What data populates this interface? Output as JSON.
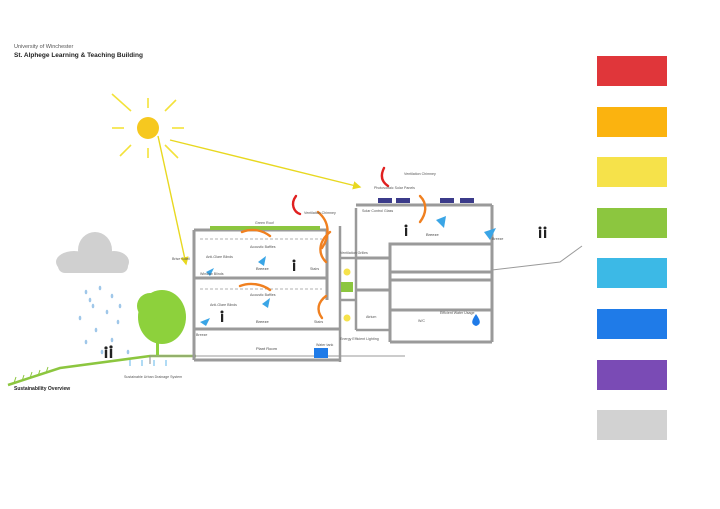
{
  "header": {
    "institution": "University of Winchester",
    "title": "St. Alphege Learning & Teaching Building"
  },
  "caption": "Sustainability Overview",
  "labels": {
    "ventilation_chimney_left": "Ventilation Chimney",
    "ventilation_chimney_right": "Ventilation Chimney",
    "green_roof": "Green Roof",
    "solar_glass": "Solar Control Glass",
    "pv_panels": "Photovoltaic Solar Panels",
    "acoustic_baffles_top": "Acoustic Baffles",
    "acoustic_baffles_bottom": "Acoustic Baffles",
    "brise_soleil": "Brise Soleil",
    "anti_glare_top": "Anti-Glare Blinds",
    "anti_glare_bottom": "Anti-Glare Blinds",
    "breeze_upper": "Breeze",
    "breeze_lower": "Breeze",
    "stairs_upper": "Stairs",
    "stairs_lower": "Stairs",
    "breeze_roof": "Breeze",
    "breeze_terrace": "Breeze",
    "breeze_ground": "Breeze",
    "plant_room": "Plant Room",
    "water_tank": "Water tank",
    "energy_efficient_lighting": "Energy Efficient Lighting",
    "atrium": "Atrium",
    "wc": "W/C",
    "efficient_water_usage": "Efficient Water Usage",
    "ventilation_grilles": "Ventilation Grilles",
    "window_blinds": "Window Blinds",
    "drainage_system": "Sustainable Urban Drainage System"
  },
  "legend_colors": [
    "#e0363a",
    "#fbb30f",
    "#f6e24a",
    "#8cc63f",
    "#3cb9e6",
    "#1f7be8",
    "#7a4bb5",
    "#d2d2d2"
  ],
  "colors": {
    "sun": "#f6c81f",
    "sun_ray": "#f3e23a",
    "cloud": "#d0d0d0",
    "rain": "#9fc7e9",
    "tree": "#8dd13c",
    "grass": "#8cc63f",
    "wall": "#9a9a9a",
    "wall_dark": "#6f6f6f",
    "air_warm": "#f08020",
    "air_hot": "#e02020",
    "breeze": "#3aa5e6"
  }
}
